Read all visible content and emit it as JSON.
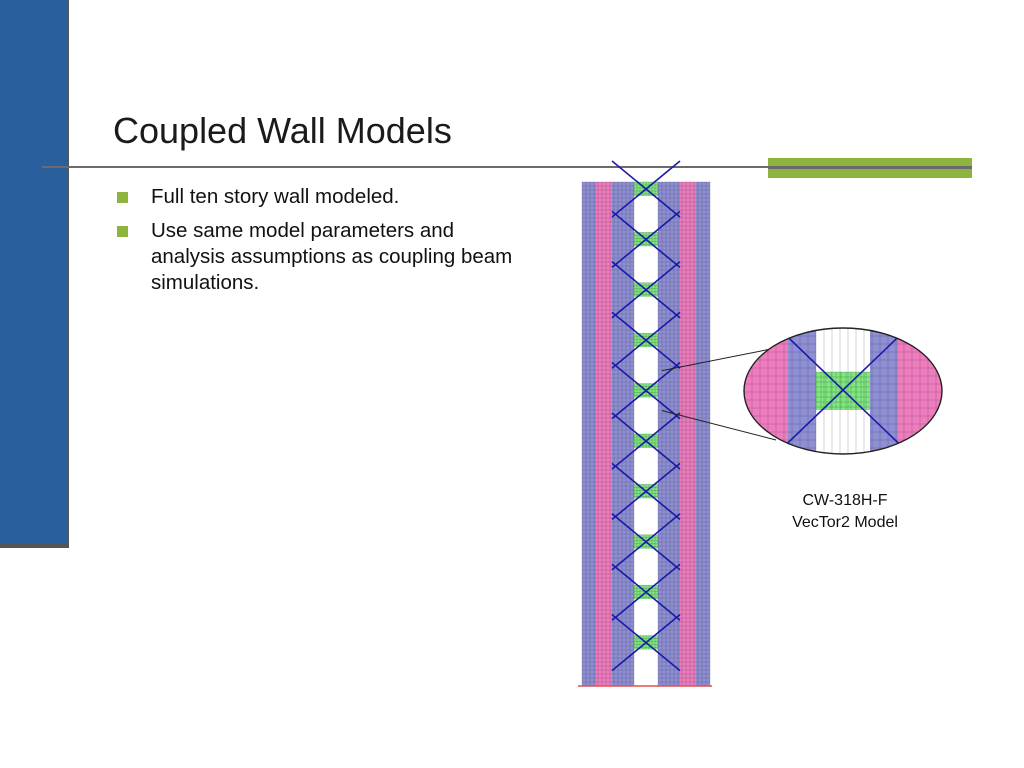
{
  "slide": {
    "title": "Coupled Wall Models",
    "bullets": [
      "Full ten story wall modeled.",
      "Use same model parameters and analysis assumptions as coupling beam simulations."
    ],
    "caption": [
      "CW-318H-F",
      "VecTor2 Model"
    ]
  },
  "figure": {
    "stories": 10,
    "colors": {
      "wall_pier": "#f07cc0",
      "boundary_zone": "#8f8fd6",
      "coupling_beam": "#7fe87f",
      "diagonal_reinforcement": "#1a1aa8",
      "mesh": "#2a2a2a"
    }
  },
  "theme": {
    "accent_blue": "#2a5f9e",
    "accent_green": "#8db43f"
  }
}
